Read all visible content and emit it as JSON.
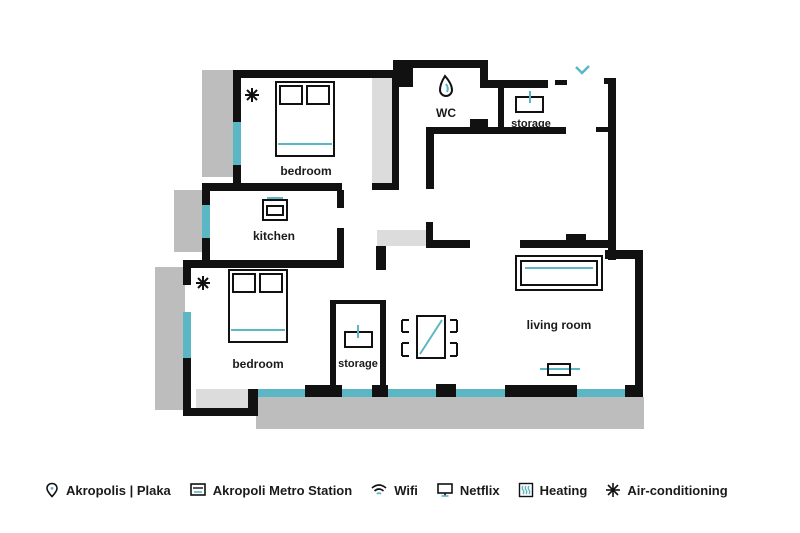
{
  "rooms": {
    "bedroom_top": "bedroom",
    "kitchen": "kitchen",
    "wc": "WC",
    "storage_top": "storage",
    "bedroom_bottom": "bedroom",
    "storage_bottom": "storage",
    "living_room": "living room"
  },
  "legend": {
    "items": [
      {
        "icon": "location-pin-icon",
        "label": "Akropolis | Plaka"
      },
      {
        "icon": "metro-icon",
        "label": "Akropoli Metro Station"
      },
      {
        "icon": "wifi-icon",
        "label": "Wifi"
      },
      {
        "icon": "tv-icon",
        "label": "Netflix"
      },
      {
        "icon": "heating-icon",
        "label": "Heating"
      },
      {
        "icon": "snowflake-icon",
        "label": "Air-conditioning"
      }
    ]
  },
  "colors": {
    "wall": "#111111",
    "window": "#5bb7c4",
    "balcony": "#bdbdbd",
    "accent": "#5bb7c4"
  }
}
